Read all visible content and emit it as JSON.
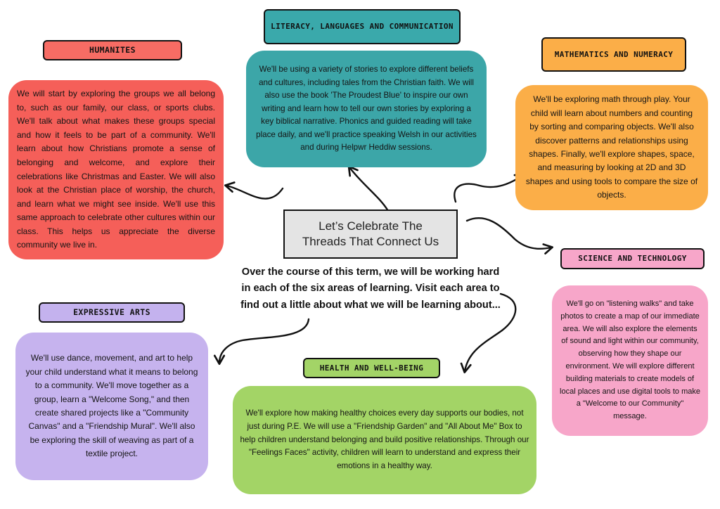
{
  "center": {
    "title_line1": "Let’s Celebrate The",
    "title_line2": "Threads That  Connect Us"
  },
  "intro": "Over the course of this term, we will be working hard in each of the six areas of learning. Visit each area to find out a little about what we will be learning about...",
  "areas": {
    "humanities": {
      "label": "HUMANITES",
      "text": "We will start by exploring the groups we all belong to, such as our family, our class, or sports clubs. We'll talk about what makes these groups special and how it feels to be part of a community. We'll learn about how Christians promote a sense of belonging and welcome, and explore their celebrations like Christmas and Easter. We will also look at the Christian place of worship, the church, and learn what we might see inside. We'll use this same approach to celebrate other cultures within our class. This helps us appreciate the diverse community we live in.",
      "color": "#f55f59"
    },
    "literacy": {
      "label": "LITERACY, LANGUAGES AND COMMUNICATION",
      "text": "We'll be using a variety of stories to explore different beliefs and cultures, including tales from the Christian faith. We will also use the book 'The Proudest Blue' to inspire our own writing and learn how to tell our own stories by exploring a key biblical narrative. Phonics and guided reading will take place daily, and we'll practice speaking Welsh in our activities and during Helpwr Heddiw sessions.",
      "color": "#3ca6a8"
    },
    "maths": {
      "label": "MATHEMATICS AND NUMERACY",
      "text": "We'll be exploring math through play. Your child will learn about numbers and counting by sorting and comparing objects. We'll also discover patterns and relationships using shapes. Finally, we'll explore shapes, space, and measuring by looking at 2D and 3D shapes and using tools to compare the size of objects.",
      "color": "#fbae48"
    },
    "science": {
      "label": "SCIENCE AND TECHNOLOGY",
      "text": "We'll go on \"listening walks\" and take photos to create a map of our immediate area. We will also explore the elements of sound and light within our community, observing how they shape our environment. We will explore different building materials to create models of local places and use digital tools to make a \"Welcome to our Community\" message.",
      "color": "#f7a6c9"
    },
    "expressive": {
      "label": "EXPRESSIVE ARTS",
      "text": "We'll use dance, movement, and art to help your child understand what it means to belong to a community. We'll move together as a group, learn a \"Welcome Song,\" and then create shared projects like a \"Community Canvas\" and a \"Friendship Mural\". We'll also be exploring the skill of weaving as part of a textile project.",
      "color": "#c6b3ee"
    },
    "health": {
      "label": "HEALTH AND WELL-BEING",
      "text": "We'll explore how making healthy choices every day supports our bodies, not just during P.E. We will use a \"Friendship Garden\" and \"All About Me\" Box to help children understand belonging and build positive relationships. Through our \"Feelings Faces\" activity, children will learn to understand and express their emotions in a healthy way.",
      "color": "#a3d466"
    }
  }
}
